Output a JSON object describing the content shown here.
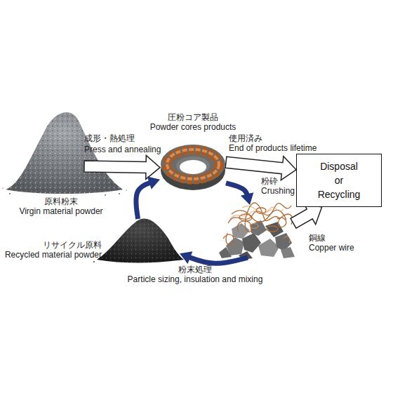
{
  "diagram": {
    "nodes": [
      {
        "text": [
          "原料粉末",
          "Virgin material powder"
        ]
      },
      {
        "text": [
          "圧粉コア製品",
          "Powder cores products"
        ]
      },
      {
        "text": [
          "Disposal or Recycling"
        ]
      },
      {
        "text": [
          "銅線",
          "Copper wire"
        ]
      },
      {
        "text": [
          "リサイクル原料",
          "Recycled material powder"
        ]
      }
    ],
    "edges": [
      {
        "from": 0,
        "to": 1,
        "arrow": "to",
        "label": "Press and annealing"
      },
      {
        "from": 1,
        "to": 2,
        "arrow": "to",
        "label": "End of products lifetime"
      },
      {
        "from": 1,
        "to": 3,
        "arrow": "to",
        "label": "Crushing"
      },
      {
        "from": 3,
        "to": 2,
        "arrow": "to"
      },
      {
        "from": 3,
        "to": 4,
        "arrow": "to",
        "label": "Particle sizing, insulation and mixing"
      },
      {
        "from": 4,
        "to": 1,
        "arrow": "to"
      }
    ],
    "labels": [
      "成形・熱処理",
      "使用済み",
      "粉砕",
      "粉末処理"
    ]
  }
}
